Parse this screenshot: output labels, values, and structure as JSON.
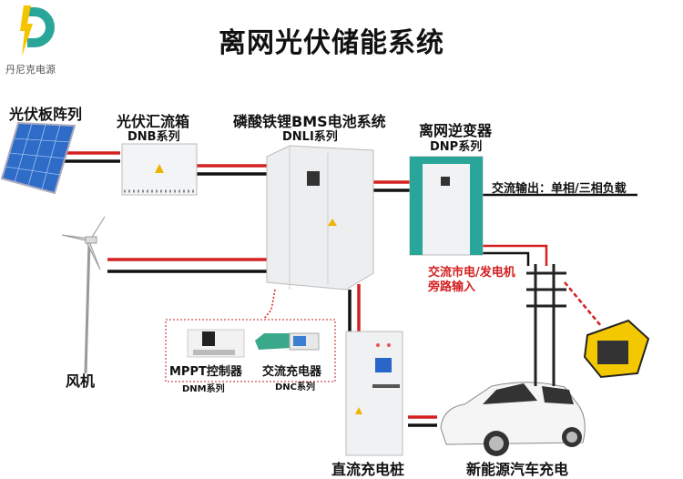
{
  "brand": {
    "name": "丹尼克电源"
  },
  "title": "离网光伏储能系统",
  "components": {
    "solar_array": {
      "label": "光伏板阵列"
    },
    "combiner_box": {
      "label": "光伏汇流箱",
      "series": "DNB系列"
    },
    "battery": {
      "label": "磷酸铁锂BMS电池系统",
      "series": "DNLI系列"
    },
    "inverter": {
      "label": "离网逆变器",
      "series": "DNP系列"
    },
    "ac_output": {
      "label": "交流输出：单相/三相负载"
    },
    "bypass": {
      "line1": "交流市电/发电机",
      "line2": "旁路输入"
    },
    "wind": {
      "label": "风机"
    },
    "mppt": {
      "label": "MPPT控制器",
      "series": "DNM系列"
    },
    "ac_charger": {
      "label": "交流充电器",
      "series": "DNC系列"
    },
    "dc_charger": {
      "label": "直流充电桩"
    },
    "ev": {
      "label": "新能源汽车充电"
    }
  },
  "colors": {
    "positive": "#d42020",
    "negative": "#111111",
    "accent": "#2aa59a",
    "logo_yellow": "#f5c400",
    "bypass_text": "#d42020"
  }
}
